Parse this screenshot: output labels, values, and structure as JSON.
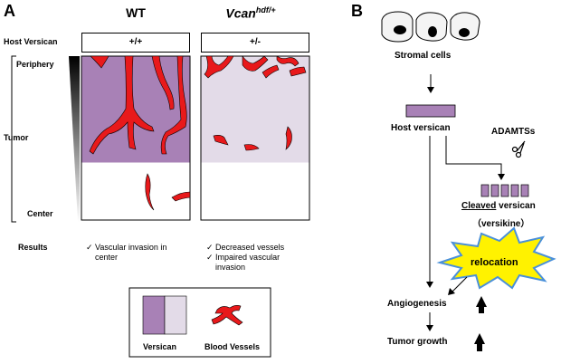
{
  "panel_a": {
    "letter": "A",
    "col_wt": "WT",
    "col_mut_base": "Vcan",
    "col_mut_sup": "hdf/+",
    "row_host_versican": "Host Versican",
    "genotype_wt": "+/+",
    "genotype_mut": "+/-",
    "label_periphery": "Periphery",
    "label_tumor": "Tumor",
    "label_center": "Center",
    "label_results": "Results",
    "results_wt": [
      "✓ Vascular invasion in",
      "center"
    ],
    "results_mut_1": "✓ Decreased vessels",
    "results_mut_2": [
      "✓ Impaired vascular",
      "invasion"
    ],
    "legend_versican": "Versican",
    "legend_vessels": "Blood Vessels"
  },
  "panel_b": {
    "letter": "B",
    "stromal_cells": "Stromal cells",
    "host_versican": "Host versican",
    "adamts": "ADAMTSs",
    "cleaved_underlined": "Cleaved",
    "cleaved_rest": " versican",
    "versikine": "（versikine）",
    "relocation": "relocation",
    "angiogenesis": "Angiogenesis",
    "tumor_growth": "Tumor growth"
  },
  "colors": {
    "versican_dark": "#a881b6",
    "versican_light": "#e3dbe8",
    "vessel_red": "#e8191b",
    "burst_yellow": "#fff200",
    "burst_blue": "#4a90d9"
  }
}
